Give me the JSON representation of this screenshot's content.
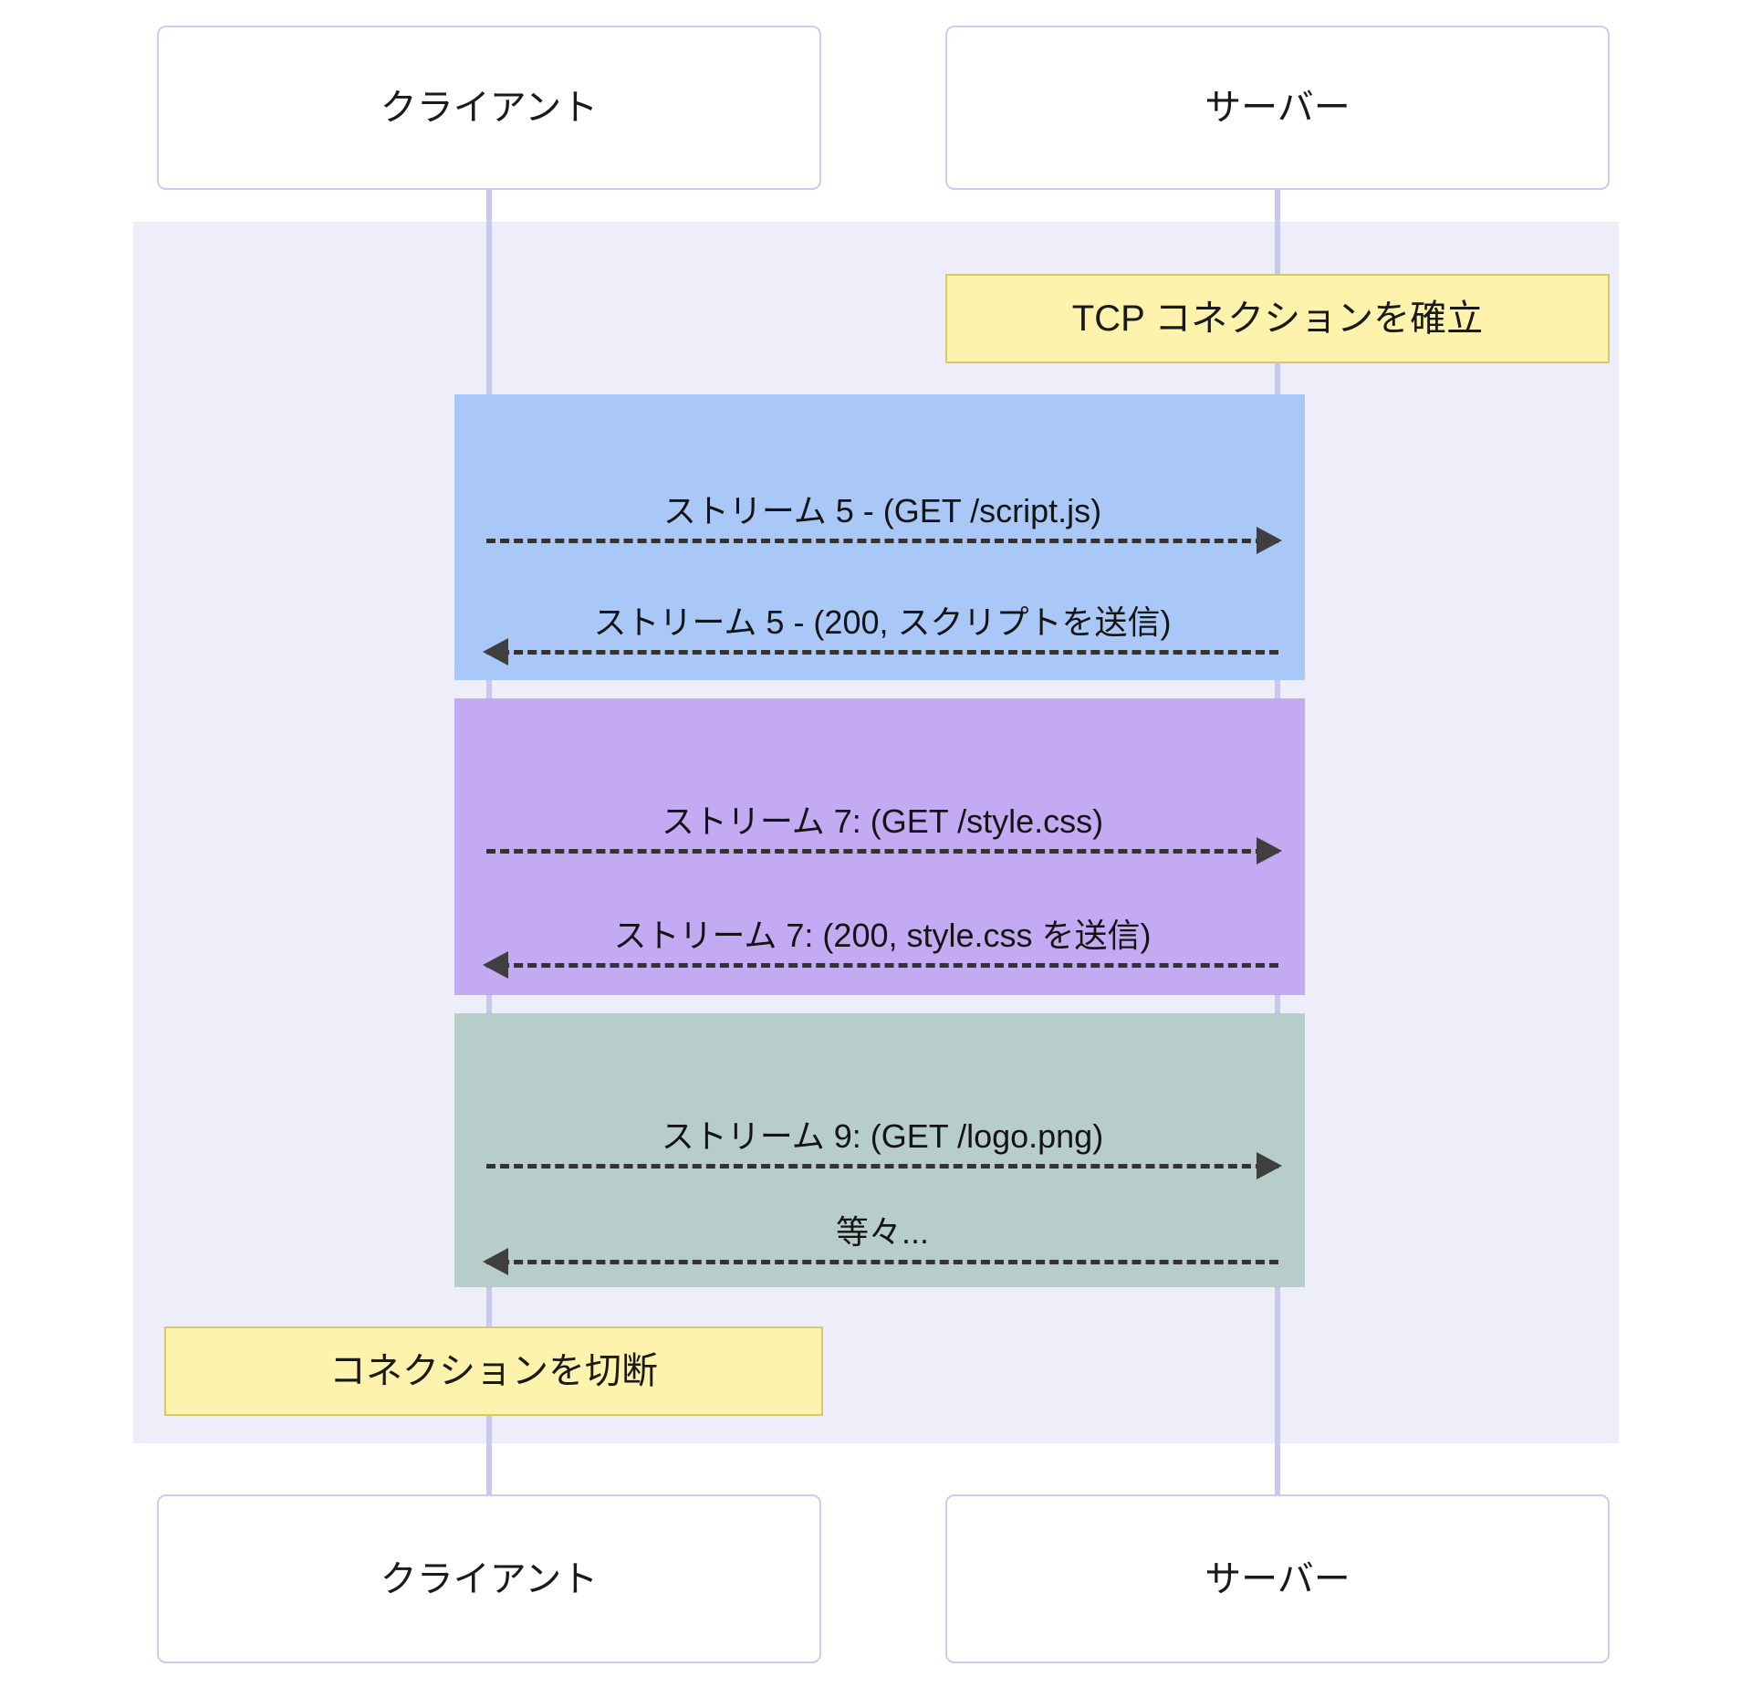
{
  "diagram": {
    "type": "sequence-diagram",
    "title": "",
    "participants": [
      {
        "id": "client",
        "label": "クライアント"
      },
      {
        "id": "server",
        "label": "サーバー"
      }
    ],
    "notes": [
      {
        "id": "note-tcp",
        "text": "TCP コネクションを確立",
        "over": "server",
        "color": "#fdf3ac"
      },
      {
        "id": "note-close",
        "text": "コネクションを切断",
        "over": "client",
        "color": "#fdf3ac"
      }
    ],
    "blocks": [
      {
        "id": "block-script-js",
        "color": "#aac8f7",
        "messages": [
          {
            "id": "msg-stream5-request",
            "text": "ストリーム 5 - (GET /script.js)",
            "direction": "right",
            "style": "dashed"
          },
          {
            "id": "msg-stream5-response",
            "text": "ストリーム 5 - (200, スクリプトを送信)",
            "direction": "left",
            "style": "dashed"
          }
        ]
      },
      {
        "id": "block-style-css",
        "color": "#c4aaf2",
        "messages": [
          {
            "id": "msg-stream7-request",
            "text": "ストリーム 7: (GET /style.css)",
            "direction": "right",
            "style": "dashed"
          },
          {
            "id": "msg-stream7-response",
            "text": "ストリーム 7: (200, style.css を送信)",
            "direction": "left",
            "style": "dashed"
          }
        ]
      },
      {
        "id": "block-logo-png",
        "color": "#b7cdc9",
        "messages": [
          {
            "id": "msg-stream9-request",
            "text": "ストリーム 9: (GET /logo.png)",
            "direction": "right",
            "style": "dashed"
          },
          {
            "id": "msg-etc",
            "text": "等々...",
            "direction": "left",
            "style": "dashed"
          }
        ]
      }
    ],
    "colors": {
      "region_background": "#eeeefa",
      "actor_border": "#ccccf0",
      "lifeline": "#c8c8ee",
      "note_background": "#fdf3ac",
      "note_border": "#d6c96a",
      "arrow": "#3f3f3f",
      "text": "#1a1a1a"
    }
  }
}
